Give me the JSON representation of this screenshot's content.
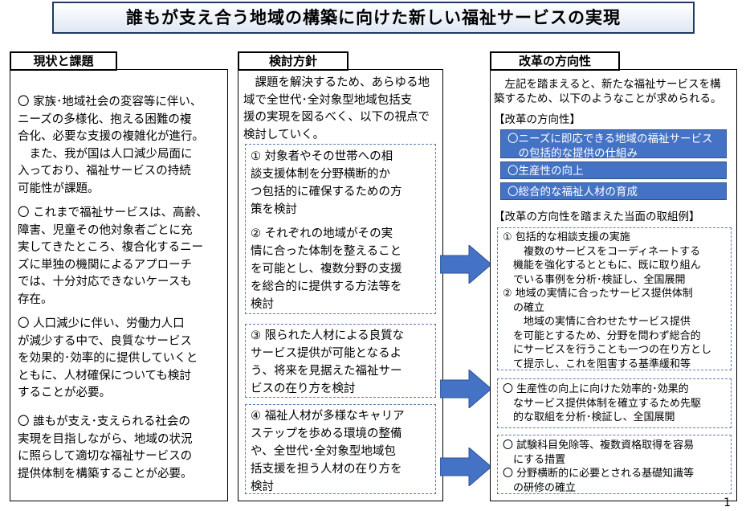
{
  "title": "誰もが支え合う地域の構築に向けた新しい福祉サービスの実現",
  "left": {
    "label": "現状と課題",
    "paragraphs": [
      "〇  家族･地域社会の変容等に伴い、\nニーズの多様化、抱える困難の複\n合化、必要な支援の複雑化が進行。\n　また、我が国は人口減少局面に\n入っており、福祉サービスの持続\n可能性が課題。",
      "〇  これまで福祉サービスは、高齢、\n障害、児童その他対象者ごとに充\n実してきたところ、複合化するニー\nズに単独の機関によるアプローチ\nでは、十分対応できないケースも\n存在。",
      "〇  人口減少に伴い、労働力人口\nが減少する中で、良質なサービス\nを効果的･効率的に提供していくと\nともに、人材確保についても検討\nすることが必要。",
      "〇  誰もが支え･支えられる社会の\n実現を目指しながら、地域の状況\nに照らして適切な福祉サービスの\n提供体制を構築することが必要。"
    ]
  },
  "middle": {
    "label": "検討方針",
    "intro": "　課題を解決するため、あらゆる地\n域で全世代･全対象型地域包括支\n援の実現を図るべく、以下の視点で\n検討していく。",
    "items": [
      "①  対象者やその世帯への相\n談支援体制を分野横断的か\nつ包括的に確保するための方\n策を検討",
      "②  それぞれの地域がその実\n情に合った体制を整えること\nを可能とし、複数分野の支援\nを総合的に提供する方法等を\n検討",
      "③  限られた人材による良質な\nサービス提供が可能となるよ\nう、将来を見据えた福祉サー\nビスの在り方を検討",
      "④  福祉人材が多様なキャリア\nステップを歩める環境の整備\nや、全世代･全対象型地域包\n括支援を担う人材の在り方を\n検討"
    ]
  },
  "right": {
    "label": "改革の方向性",
    "intro": "　左記を踏まえると、新たな福祉サービスを構\n築するため、以下のようなことが求められる。",
    "direction_header": "【改革の方向性】",
    "directions": [
      "〇ニーズに即応できる地域の福祉サービス\n　の包括的な提供の仕組み",
      "〇生産性の向上",
      "〇総合的な福祉人材の育成"
    ],
    "examples_header": "【改革の方向性を踏まえた当面の取組例】",
    "examples": [
      "①  包括的な相談支援の実施\n　　複数のサービスをコーディネートする\n　機能を強化するとともに、既に取り組ん\n　でいる事例を分析･検証し、全国展開\n②  地域の実情に合ったサービス提供体制\n　の確立\n　　地域の実情に合わせたサービス提供\n　を可能とするため、分野を問わず総合的\n　にサービスを行うことも一つの在り方とし\n　て提示し、これを阻害する基準緩和等",
      "〇  生産性の向上に向けた効率的･効果的\n　なサービス提供体制を確立するため先駆\n　的な取組を分析･検証し、全国展開",
      "〇  試験科目免除等、複数資格取得を容易\n　にする措置\n〇  分野横断的に必要とされる基礎知識等\n　の研修の確立"
    ]
  },
  "page_number": "1",
  "colors": {
    "accent_blue": "#4472c4",
    "dashed_border": "#5b7bb5",
    "title_border": "#1f3864"
  },
  "icons": [
    "right-arrow-icon",
    "right-arrow-icon",
    "right-arrow-icon"
  ]
}
